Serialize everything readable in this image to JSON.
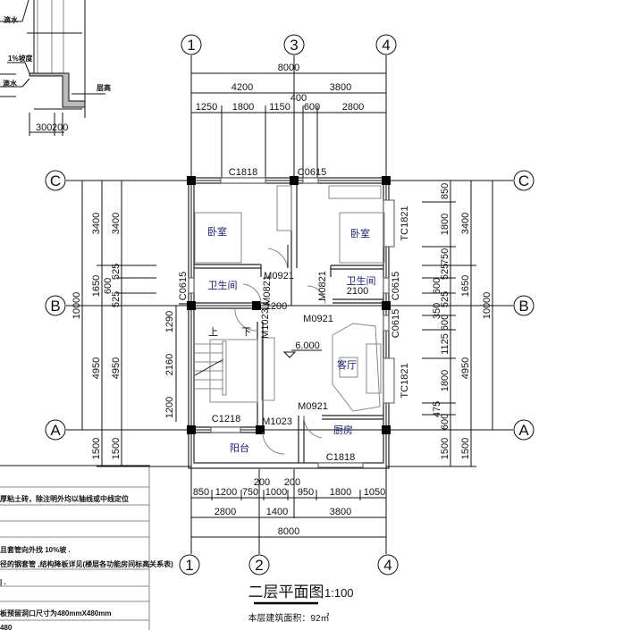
{
  "title": "二层平面图",
  "scale": "1:100",
  "area_note": "本层建筑面积：92㎡",
  "axes": {
    "a1": "1",
    "a2": "2",
    "a3": "3",
    "a4": "4",
    "aA": "A",
    "aB": "B",
    "aC": "C"
  },
  "dims": {
    "top_total": "8000",
    "top_mid": [
      "4200",
      "3800"
    ],
    "top_sub": [
      "1250",
      "1800",
      "1150",
      "400",
      "600",
      "2800"
    ],
    "bottom_sub": [
      "850",
      "1200",
      "750",
      "200",
      "1000",
      "200",
      "950",
      "1800",
      "1050"
    ],
    "bottom_mid": [
      "2800",
      "1400",
      "3800"
    ],
    "bottom_total": "8000",
    "left_outer": "10000",
    "left_mid": [
      "3400",
      "1650",
      "4950",
      "1500"
    ],
    "left_inner": [
      "3400",
      "525",
      "600",
      "525",
      "4950",
      "1500"
    ],
    "left_stair": [
      "1290",
      "2160",
      "1200"
    ],
    "right_inner": [
      "850",
      "1800",
      "750",
      "525",
      "600",
      "525",
      "350",
      "600",
      "1125",
      "1800",
      "475",
      "600",
      "1500"
    ],
    "right_mid": [
      "3400",
      "1650",
      "4950",
      "1500"
    ],
    "right_outer": "10000",
    "corridor": "1200",
    "bath_right": "2100"
  },
  "rooms": {
    "bedroom_left": "卧室",
    "bedroom_right": "卧室",
    "bath_left": "卫生间",
    "bath_right": "卫生间",
    "living": "客厅",
    "kitchen": "厨房",
    "balcony": "阳台"
  },
  "windows": {
    "top_left": "C1818",
    "top_mid": "C0615",
    "right_upper": "TC1821",
    "right_c1": "C0615",
    "right_c2": "C0615",
    "right_lower": "TC1821",
    "left": "C0615",
    "stair": "C1218",
    "kitchen": "C1818"
  },
  "doors": {
    "bed_left": "M0921",
    "bath_left": "M0821",
    "bath_right": "M0821",
    "stair": "M1023",
    "bed_right": "M0921",
    "kitchen": "M0921",
    "balcony": "M1023"
  },
  "elevation": "6.000",
  "stair_up": "上",
  "stair_down": "下",
  "detail": {
    "labels": [
      "滴水",
      "1%坡度",
      "滴水",
      "层高"
    ],
    "dims": [
      "300",
      "200"
    ]
  },
  "notes": [
    "厚粘土砖，除注明外均以轴线或中线定位",
    "且套管向外找  10%坡 .",
    "径的钢套管 ,结构降板详见(楼层各功能房间标高关系表)",
    "|  .",
    "板预留洞口尺寸为480mmX480mm",
    "480"
  ]
}
